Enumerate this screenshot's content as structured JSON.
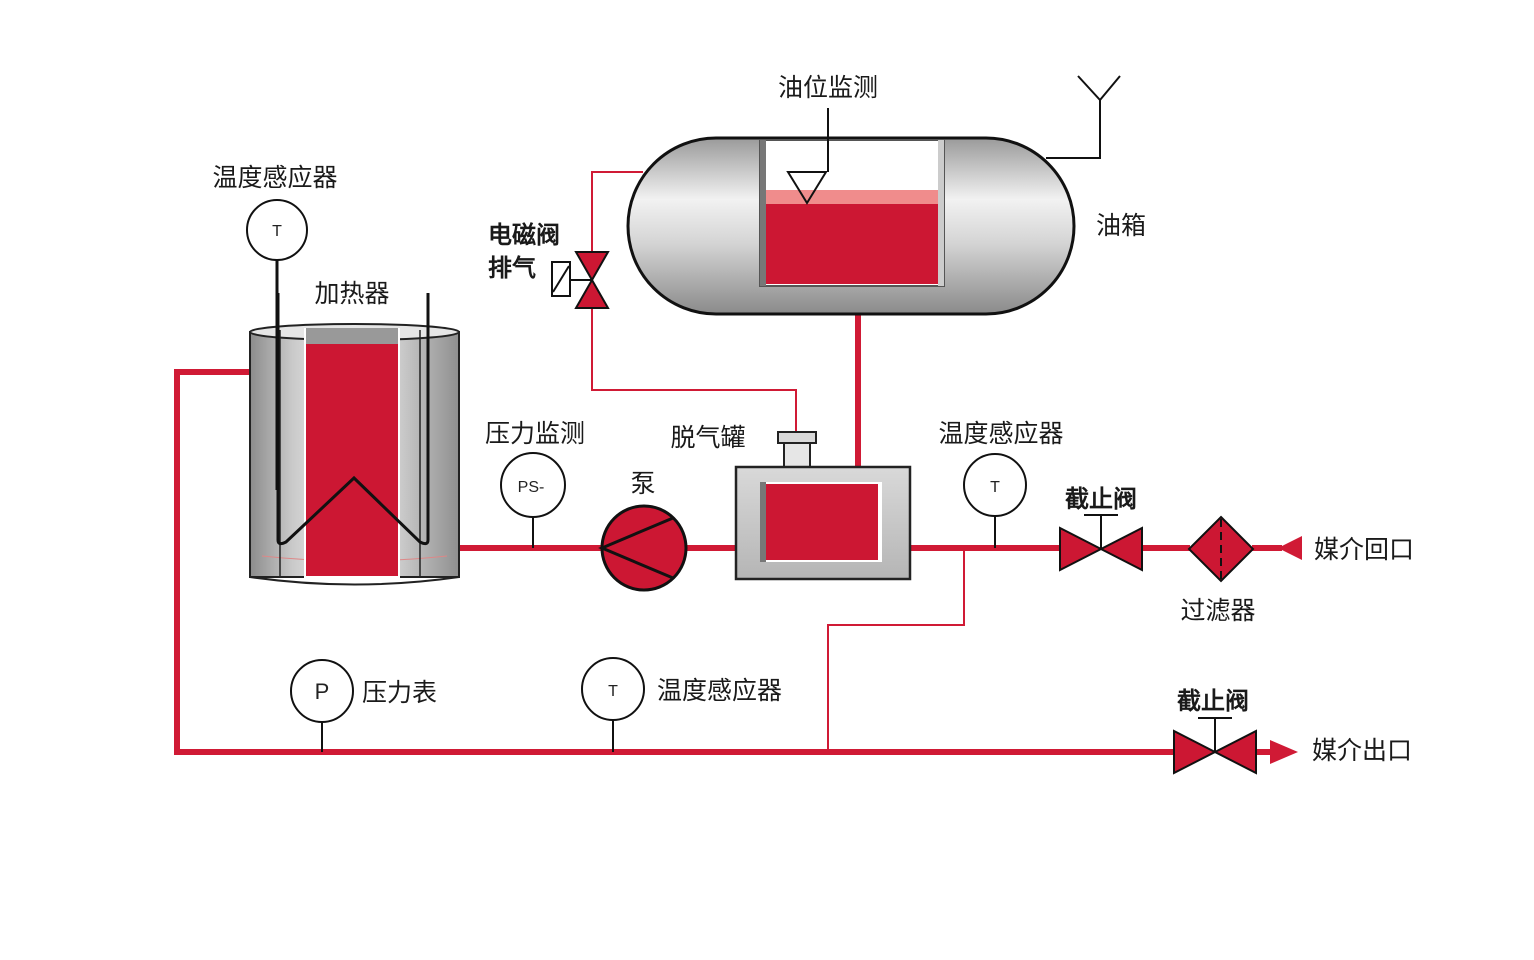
{
  "labels": {
    "oil_level_monitor": "油位监测",
    "oil_tank": "油箱",
    "temp_sensor_heater": "温度感应器",
    "heater": "加热器",
    "solenoid_valve_line1": "电磁阀",
    "solenoid_valve_line2": "排气",
    "pressure_monitor": "压力监测",
    "pump": "泵",
    "degas_tank": "脱气罐",
    "temp_sensor_right": "温度感应器",
    "stop_valve_top": "截止阀",
    "filter": "过滤器",
    "medium_return": "媒介回口",
    "pressure_gauge": "压力表",
    "temp_sensor_bottom": "温度感应器",
    "stop_valve_bottom": "截止阀",
    "medium_outlet": "媒介出口"
  },
  "gauges": {
    "temp_heater": "T",
    "pressure_monitor": "PS-",
    "temp_right": "T",
    "pressure_gauge": "P",
    "temp_bottom": "T"
  },
  "colors": {
    "fluid_red": "#cc1733",
    "pipe_red": "#d01a35",
    "light_red": "#f08c8c",
    "steel_light": "#f2f2f2",
    "steel_dark": "#8a8a8a",
    "degas_body": "#c8c8c8"
  }
}
